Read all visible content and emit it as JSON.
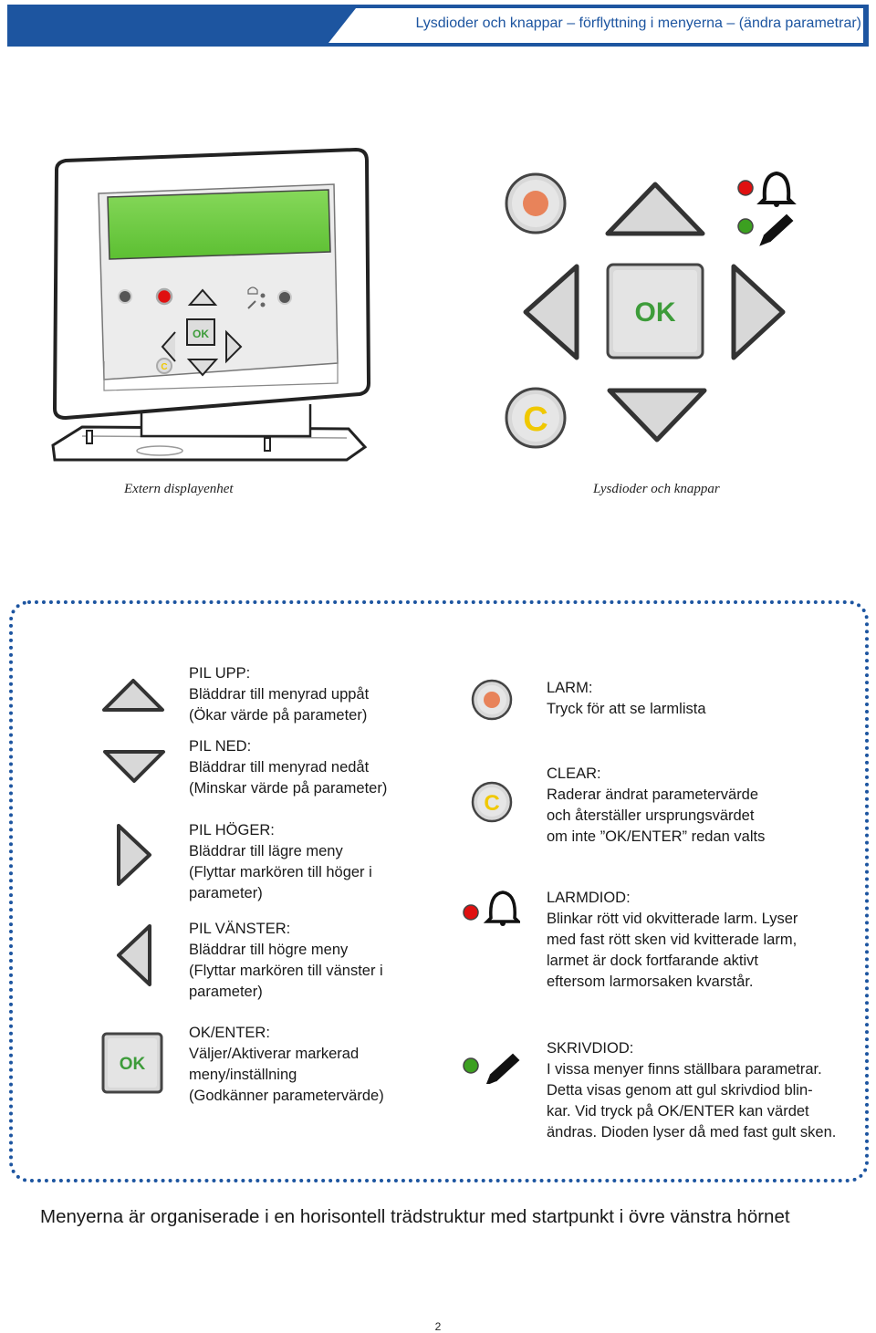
{
  "header": {
    "title": "Lysdioder och knappar – förflyttning i menyerna – (ändra parametrar)"
  },
  "figure_device": {
    "caption": "Extern displayenhet",
    "ok_label": "OK"
  },
  "figure_buttons": {
    "caption": "Lysdioder och knappar",
    "ok_label": "OK",
    "clear_label": "C"
  },
  "colors": {
    "brand_blue": "#1d55a0",
    "display_green": "#6fcf3c",
    "led_red": "#e01010",
    "led_green": "#3ca020",
    "ok_green": "#3d9c3a",
    "clear_yellow": "#f0c800",
    "alarm_orange": "#e8835a"
  },
  "items": {
    "pil_upp": {
      "label": "PIL UPP:",
      "desc": "Bläddrar till menyrad uppåt\n(Ökar värde på parameter)",
      "icon": "arrow-up-icon"
    },
    "pil_ned": {
      "label": "PIL NED:",
      "desc": "Bläddrar till menyrad nedåt\n(Minskar värde på parameter)",
      "icon": "arrow-down-icon"
    },
    "pil_hoger": {
      "label": "PIL HÖGER:",
      "desc": "Bläddrar till lägre meny\n(Flyttar markören till höger i\nparameter)",
      "icon": "arrow-right-icon"
    },
    "pil_vanster": {
      "label": "PIL VÄNSTER:",
      "desc": "Bläddrar till högre meny\n(Flyttar markören till vänster i\nparameter)",
      "icon": "arrow-left-icon"
    },
    "ok_enter": {
      "label": "OK/ENTER:",
      "desc": "Väljer/Aktiverar markerad\nmeny/inställning\n(Godkänner parametervärde)",
      "icon_text": "OK"
    },
    "larm": {
      "label": "LARM:",
      "desc": "Tryck för att se larmlista",
      "icon": "alarm-button-icon"
    },
    "clear": {
      "label": "CLEAR:",
      "desc": "Raderar ändrat parametervärde\noch återställer ursprungsvärdet\nom inte ”OK/ENTER” redan valts",
      "icon_text": "C"
    },
    "larmdiod": {
      "label": "LARMDIOD:",
      "desc": "Blinkar rött vid okvitterade larm. Lyser\nmed fast rött sken vid kvitterade larm,\nlarmet är dock fortfarande aktivt\neftersom larmorsaken kvarstår.",
      "icon": "bell-icon"
    },
    "skrivdiod": {
      "label": "SKRIVDIOD:",
      "desc": "I vissa menyer finns ställbara parametrar.\nDetta visas genom att gul skrivdiod blin-\nkar. Vid tryck på OK/ENTER kan värdet\nändras. Dioden lyser då med fast gult sken.",
      "icon": "pen-icon"
    }
  },
  "footer": {
    "text": "Menyerna är organiserade i en horisontell trädstruktur med startpunkt i övre vänstra hörnet"
  },
  "page_number": "2"
}
